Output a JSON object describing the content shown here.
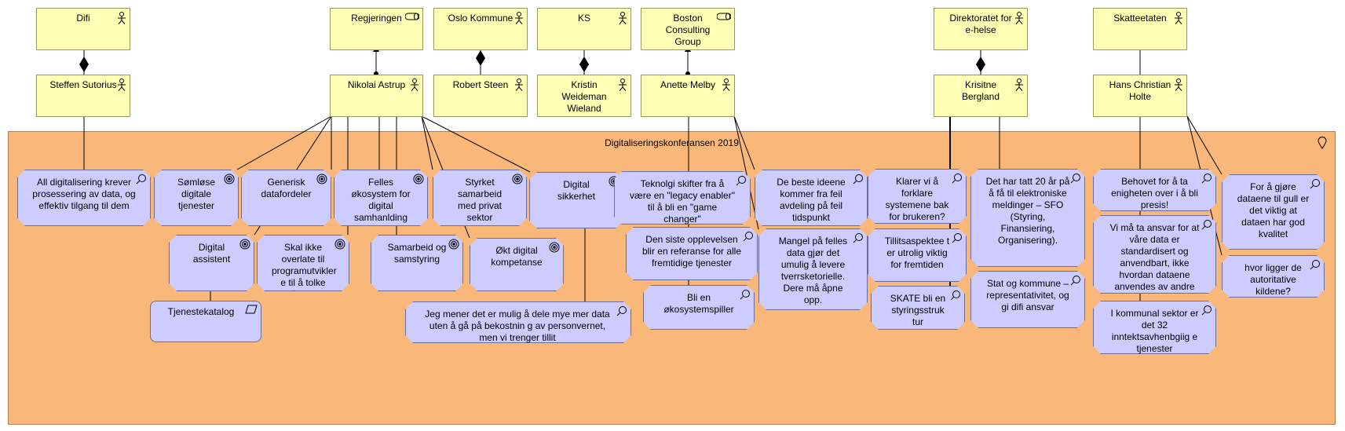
{
  "group": {
    "title": "Digitaliseringskonferansen 2019"
  },
  "actors": [
    {
      "id": "difi",
      "label": "Difi",
      "icon": "actor-icon"
    },
    {
      "id": "regjeringen",
      "label": "Regjeringen",
      "icon": "role-icon"
    },
    {
      "id": "oslo",
      "label": "Oslo Kommune",
      "icon": "actor-icon"
    },
    {
      "id": "ks",
      "label": "KS",
      "icon": "actor-icon"
    },
    {
      "id": "bcg",
      "label": "Boston Consulting Group",
      "icon": "role-icon"
    },
    {
      "id": "ehelse",
      "label": "Direktoratet for e-helse",
      "icon": "actor-icon"
    },
    {
      "id": "skatteetaten",
      "label": "Skatteetaten",
      "icon": "actor-icon"
    },
    {
      "id": "sutorius",
      "label": "Steffen Sutorius",
      "icon": "actor-icon"
    },
    {
      "id": "astrup",
      "label": "Nikolai Astrup",
      "icon": "actor-icon"
    },
    {
      "id": "steen",
      "label": "Robert Steen",
      "icon": "actor-icon"
    },
    {
      "id": "wieland",
      "label": "Kristin Weideman Wieland",
      "icon": "actor-icon"
    },
    {
      "id": "melby",
      "label": "Anette Melby",
      "icon": "actor-icon"
    },
    {
      "id": "bergland",
      "label": "Krisitne Bergland",
      "icon": "actor-icon"
    },
    {
      "id": "holte",
      "label": "Hans Christian Holte",
      "icon": "actor-icon"
    }
  ],
  "nodes": [
    {
      "id": "n1",
      "label": "All digitalisering krever prosessering av data, og effektiv tilgang til dem",
      "icon": "assessment-icon"
    },
    {
      "id": "n2",
      "label": "Sømløse digitale tjenester",
      "icon": "goal-icon"
    },
    {
      "id": "n3",
      "label": "Generisk datafordeler",
      "icon": "goal-icon"
    },
    {
      "id": "n4",
      "label": "Felles økosystem for digital samhanlding",
      "icon": "goal-icon"
    },
    {
      "id": "n5",
      "label": "Styrket samarbeid med privat sektor",
      "icon": "goal-icon"
    },
    {
      "id": "n6",
      "label": "Digital sikkerhet",
      "icon": "goal-icon"
    },
    {
      "id": "n7",
      "label": "Digital assistent",
      "icon": "goal-icon"
    },
    {
      "id": "n8",
      "label": "Skal ikke overlate til programutvikler e til å tolke lover",
      "icon": "goal-icon"
    },
    {
      "id": "n9",
      "label": "Samarbeid og samstyring",
      "icon": "goal-icon"
    },
    {
      "id": "n10",
      "label": "Økt digital kompetanse",
      "icon": "goal-icon"
    },
    {
      "id": "n11",
      "label": "Tjenestekatalog",
      "icon": "data-object-icon"
    },
    {
      "id": "n12",
      "label": "Jeg mener det er mulig å dele mye mer data uten å gå på bekostnin g av personvernet, men vi trenger tillit",
      "icon": "assessment-icon"
    },
    {
      "id": "n13",
      "label": "Teknolgi skifter fra å være en \"legacy enabler\" til å bli en \"game changer\"",
      "icon": "assessment-icon"
    },
    {
      "id": "n14",
      "label": "Den siste opplevelsen blir en referanse for alle fremtidige tjenester",
      "icon": "assessment-icon"
    },
    {
      "id": "n15",
      "label": "Bli en økosystemspiller",
      "icon": "assessment-icon"
    },
    {
      "id": "n16",
      "label": "De beste ideene kommer fra feil avdeling på feil tidspunkt",
      "icon": "assessment-icon"
    },
    {
      "id": "n17",
      "label": "Mangel på felles data gjør det umulig å levere tverrsketorielle. Dere må åpne opp.",
      "icon": "assessment-icon"
    },
    {
      "id": "n18",
      "label": "Klarer vi å forklare systemene bak for brukeren?",
      "icon": "assessment-icon"
    },
    {
      "id": "n19",
      "label": "Tillitsaspektee t er utrolig viktig for fremtiden",
      "icon": "assessment-icon"
    },
    {
      "id": "n20",
      "label": "SKATE bli en styringsstruk tur",
      "icon": "assessment-icon"
    },
    {
      "id": "n21",
      "label": "Det har tatt 20 år på å få til elektroniske meldinger – SFO (Styring, Finansiering, Organisering).",
      "icon": "assessment-icon"
    },
    {
      "id": "n22",
      "label": "Stat og kommune – representativitet, og gi difi ansvar",
      "icon": "assessment-icon"
    },
    {
      "id": "n23",
      "label": "Behovet for å ta enigheten over i å bli presis!",
      "icon": "assessment-icon"
    },
    {
      "id": "n24",
      "label": "Vi må ta ansvar for at våre data er standardisert og anvendbart, ikke hvordan dataene anvendes av andre",
      "icon": "assessment-icon"
    },
    {
      "id": "n25",
      "label": "I kommunal sektor er det 32 inntektsavhenbgiig e tjenester",
      "icon": "assessment-icon"
    },
    {
      "id": "n26",
      "label": "For å gjøre dataene til gull er det viktig at dataen har god kvalitet",
      "icon": "assessment-icon"
    },
    {
      "id": "n27",
      "label": "hvor ligger de autoritative kildene?",
      "icon": "assessment-icon"
    }
  ]
}
